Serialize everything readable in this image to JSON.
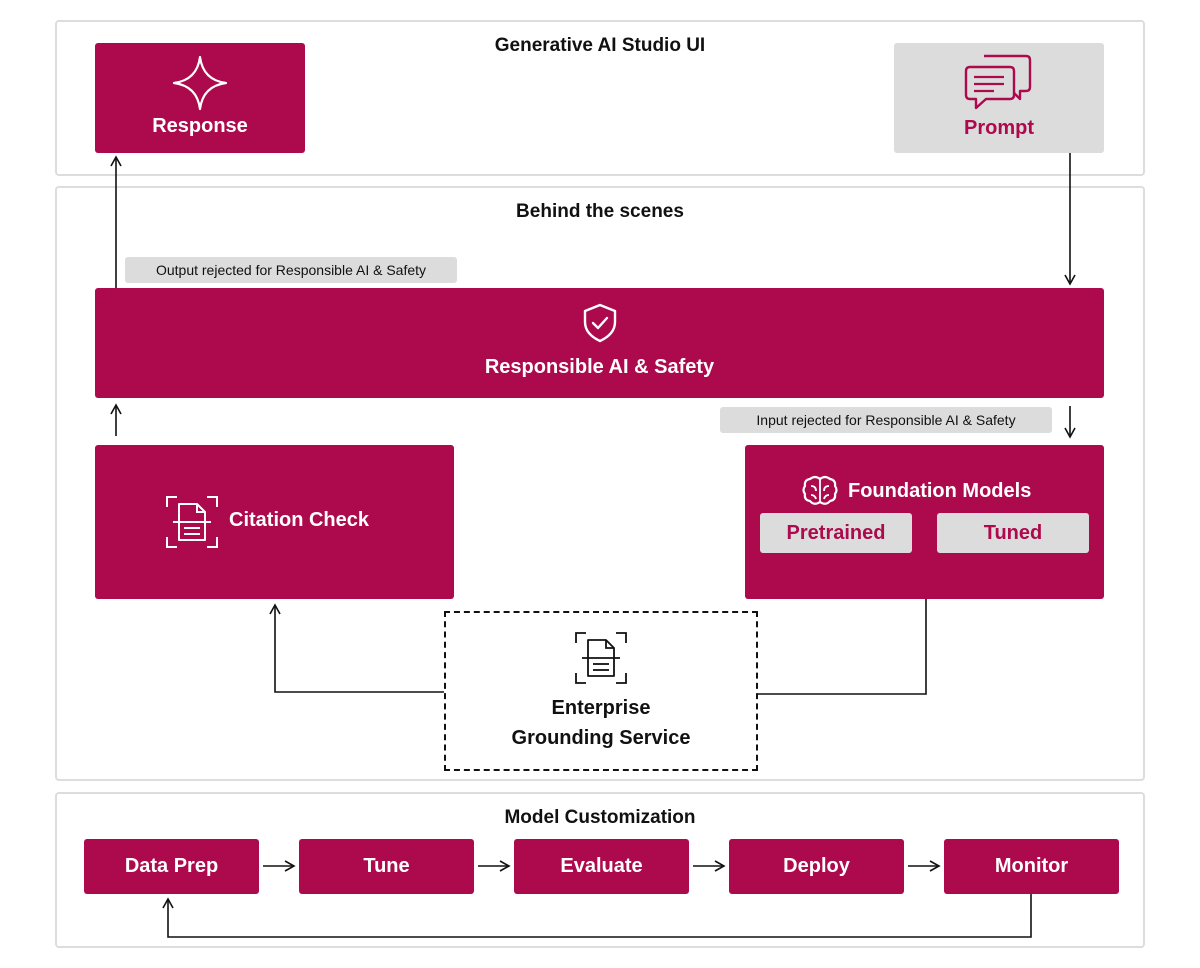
{
  "studio": {
    "title": "Generative AI Studio UI",
    "response_label": "Response",
    "prompt_label": "Prompt"
  },
  "behind": {
    "title": "Behind the scenes",
    "output_rejected": "Output rejected for Responsible AI & Safety",
    "input_rejected": "Input rejected for Responsible AI & Safety",
    "safety_label": "Responsible AI & Safety",
    "citation_label": "Citation Check",
    "foundation_label": "Foundation Models",
    "pretrained_label": "Pretrained",
    "tuned_label": "Tuned",
    "grounding_line1": "Enterprise",
    "grounding_line2": "Grounding Service"
  },
  "customization": {
    "title": "Model Customization",
    "steps": [
      "Data Prep",
      "Tune",
      "Evaluate",
      "Deploy",
      "Monitor"
    ]
  },
  "colors": {
    "accent": "#ad0a4d",
    "grey_box": "#dcdcdc",
    "panel_border": "#dddddd"
  },
  "icons": {
    "response": "sparkle-icon",
    "prompt": "chat-bubbles-icon",
    "safety": "shield-check-icon",
    "citation": "document-scan-icon",
    "foundation": "brain-icon",
    "grounding": "document-scan-icon"
  }
}
